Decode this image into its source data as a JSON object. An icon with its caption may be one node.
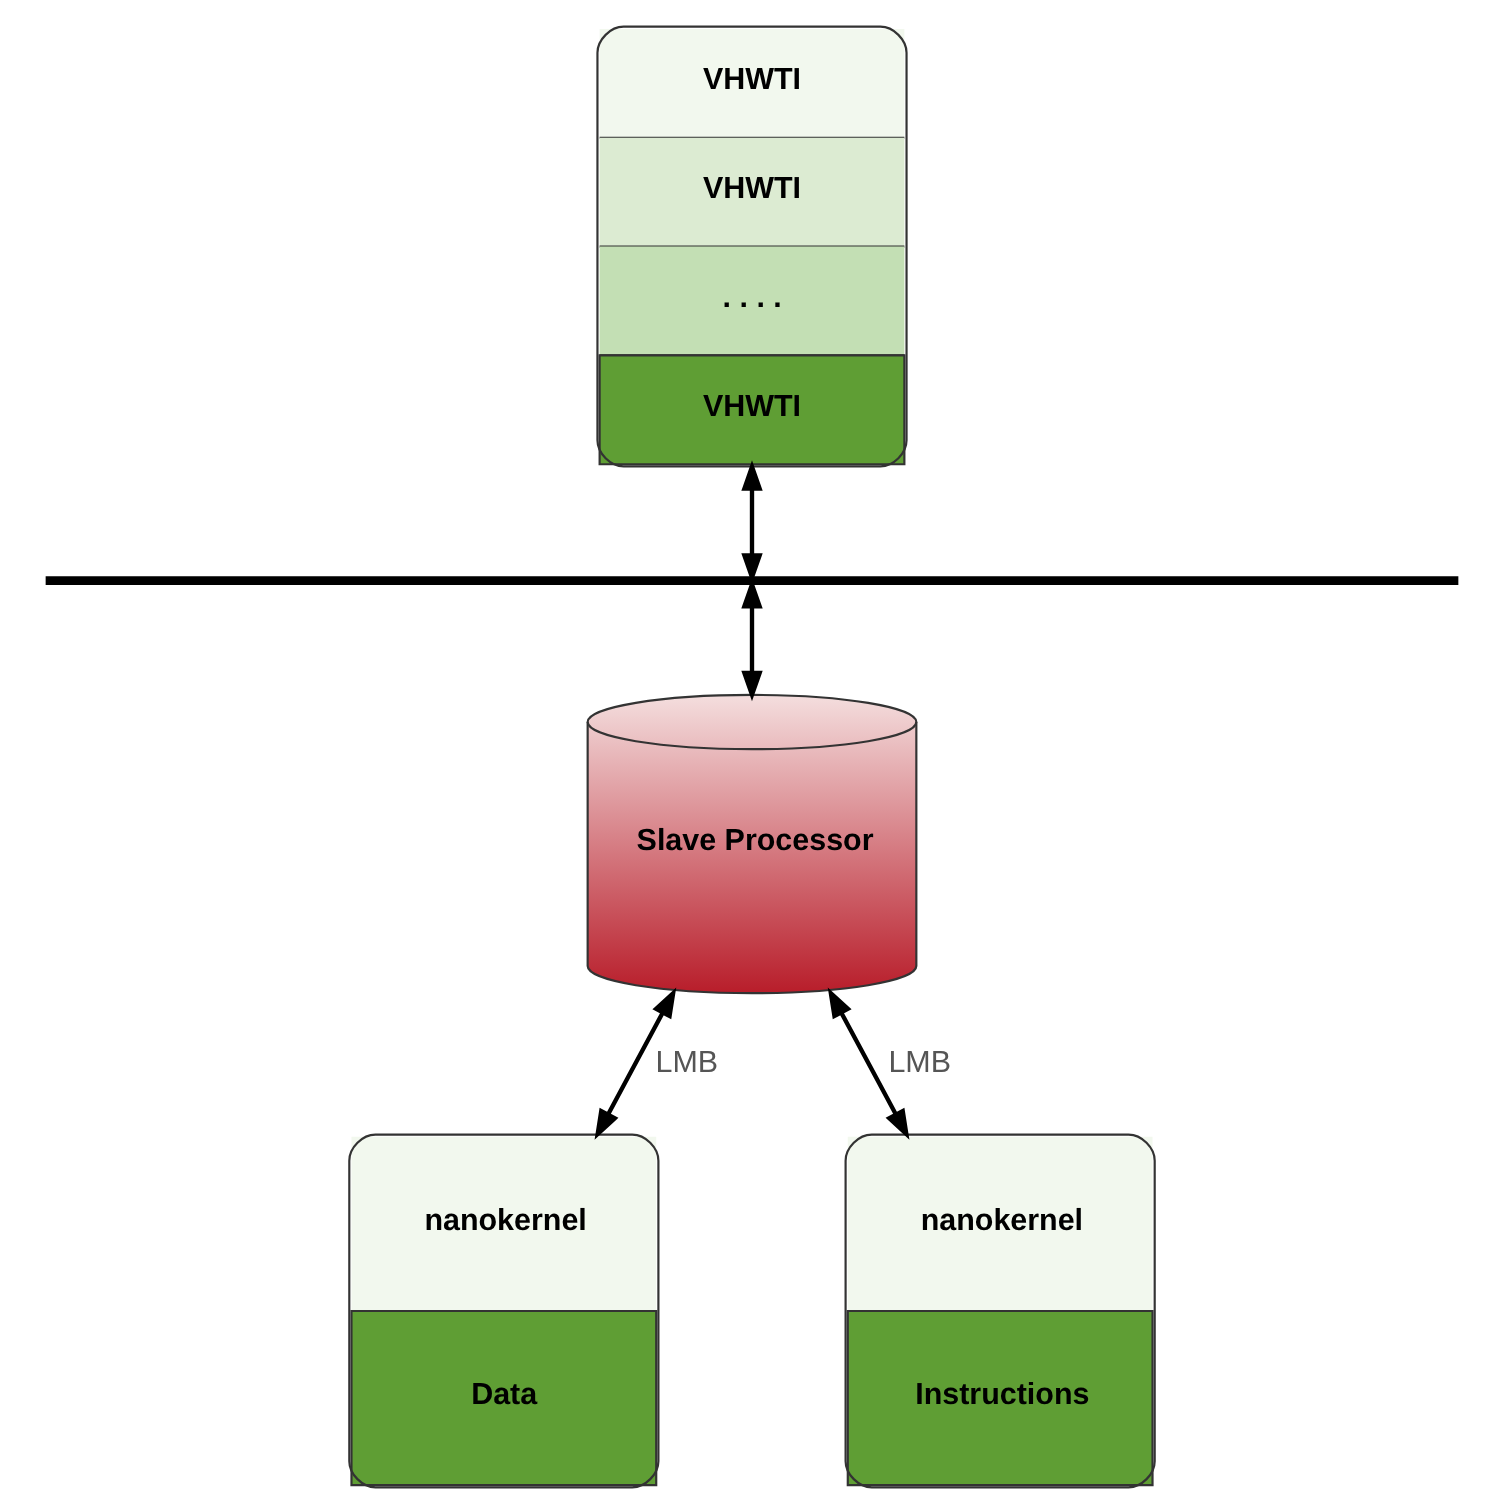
{
  "diagram": {
    "nodes": [
      {
        "text": [
          "VHWTI",
          "VHWTI",
          ". . . .",
          "VHWTI"
        ]
      },
      {
        "text": [],
        "shape": "bar"
      },
      {
        "text": [
          "Slave Processor"
        ]
      },
      {
        "text": [
          "nanokernel",
          "Data"
        ]
      },
      {
        "text": [
          "nanokernel",
          "Instructions"
        ]
      }
    ],
    "edges": [
      {
        "from": 0,
        "to": 1,
        "arrow": "both"
      },
      {
        "from": 1,
        "to": 2,
        "arrow": "both"
      },
      {
        "from": 2,
        "to": 3,
        "arrow": "both",
        "label": "LMB"
      },
      {
        "from": 2,
        "to": 4,
        "arrow": "both",
        "label": "LMB"
      }
    ]
  }
}
